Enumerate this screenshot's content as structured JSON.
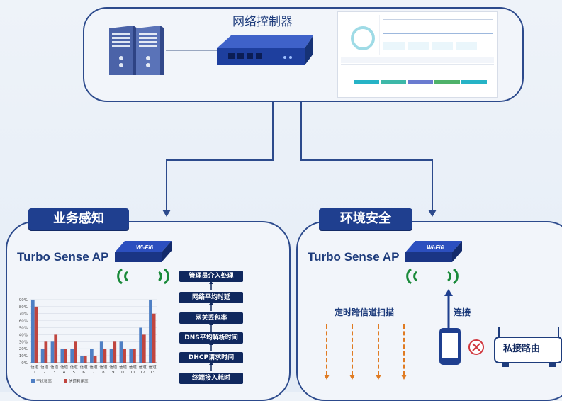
{
  "controller": {
    "title": "网络控制器"
  },
  "tags": {
    "business": "业务感知",
    "security": "环境安全"
  },
  "ap": {
    "left_title": "Turbo Sense AP",
    "right_title": "Turbo Sense AP",
    "badge": "Wi-Fi6"
  },
  "flow": {
    "steps": [
      "管理员介入处理",
      "网络平均时延",
      "网关丢包率",
      "DNS平均解析时间",
      "DHCP请求时间",
      "终端接入耗时"
    ]
  },
  "right": {
    "scan_label": "定时跨信道扫描",
    "connect_label": "连接",
    "rogue_router": "私接路由"
  },
  "chart_data": {
    "type": "bar",
    "categories": [
      "信道1",
      "信道2",
      "信道3",
      "信道4",
      "信道5",
      "信道6",
      "信道7",
      "信道8",
      "信道9",
      "信道10",
      "信道11",
      "信道12",
      "信道13"
    ],
    "tick_labels_top": [
      "信道",
      "信道",
      "信道",
      "信道",
      "信道",
      "信道",
      "信道",
      "信道",
      "信道",
      "信道",
      "信道",
      "信道",
      "信道"
    ],
    "tick_labels_bottom": [
      "1",
      "2",
      "3",
      "4",
      "5",
      "6",
      "7",
      "8",
      "9",
      "10",
      "11",
      "12",
      "13"
    ],
    "series": [
      {
        "name": "干扰数率",
        "color": "#4f7fc4",
        "values": [
          90,
          20,
          30,
          20,
          20,
          10,
          20,
          30,
          20,
          30,
          20,
          50,
          90
        ]
      },
      {
        "name": "信道利用率",
        "color": "#c0453f",
        "values": [
          80,
          30,
          40,
          20,
          30,
          10,
          10,
          20,
          30,
          20,
          20,
          40,
          70
        ]
      }
    ],
    "yticks": [
      "0%",
      "10%",
      "20%",
      "30%",
      "40%",
      "50%",
      "60%",
      "70%",
      "80%",
      "90%"
    ],
    "ylim": [
      0,
      95
    ],
    "grid": true,
    "legend_position": "bottom-left"
  },
  "colors": {
    "navy": "#1f3f8f",
    "dark_navy": "#10285e",
    "orange": "#e07b22",
    "accent_green": "#1a8a3a"
  }
}
